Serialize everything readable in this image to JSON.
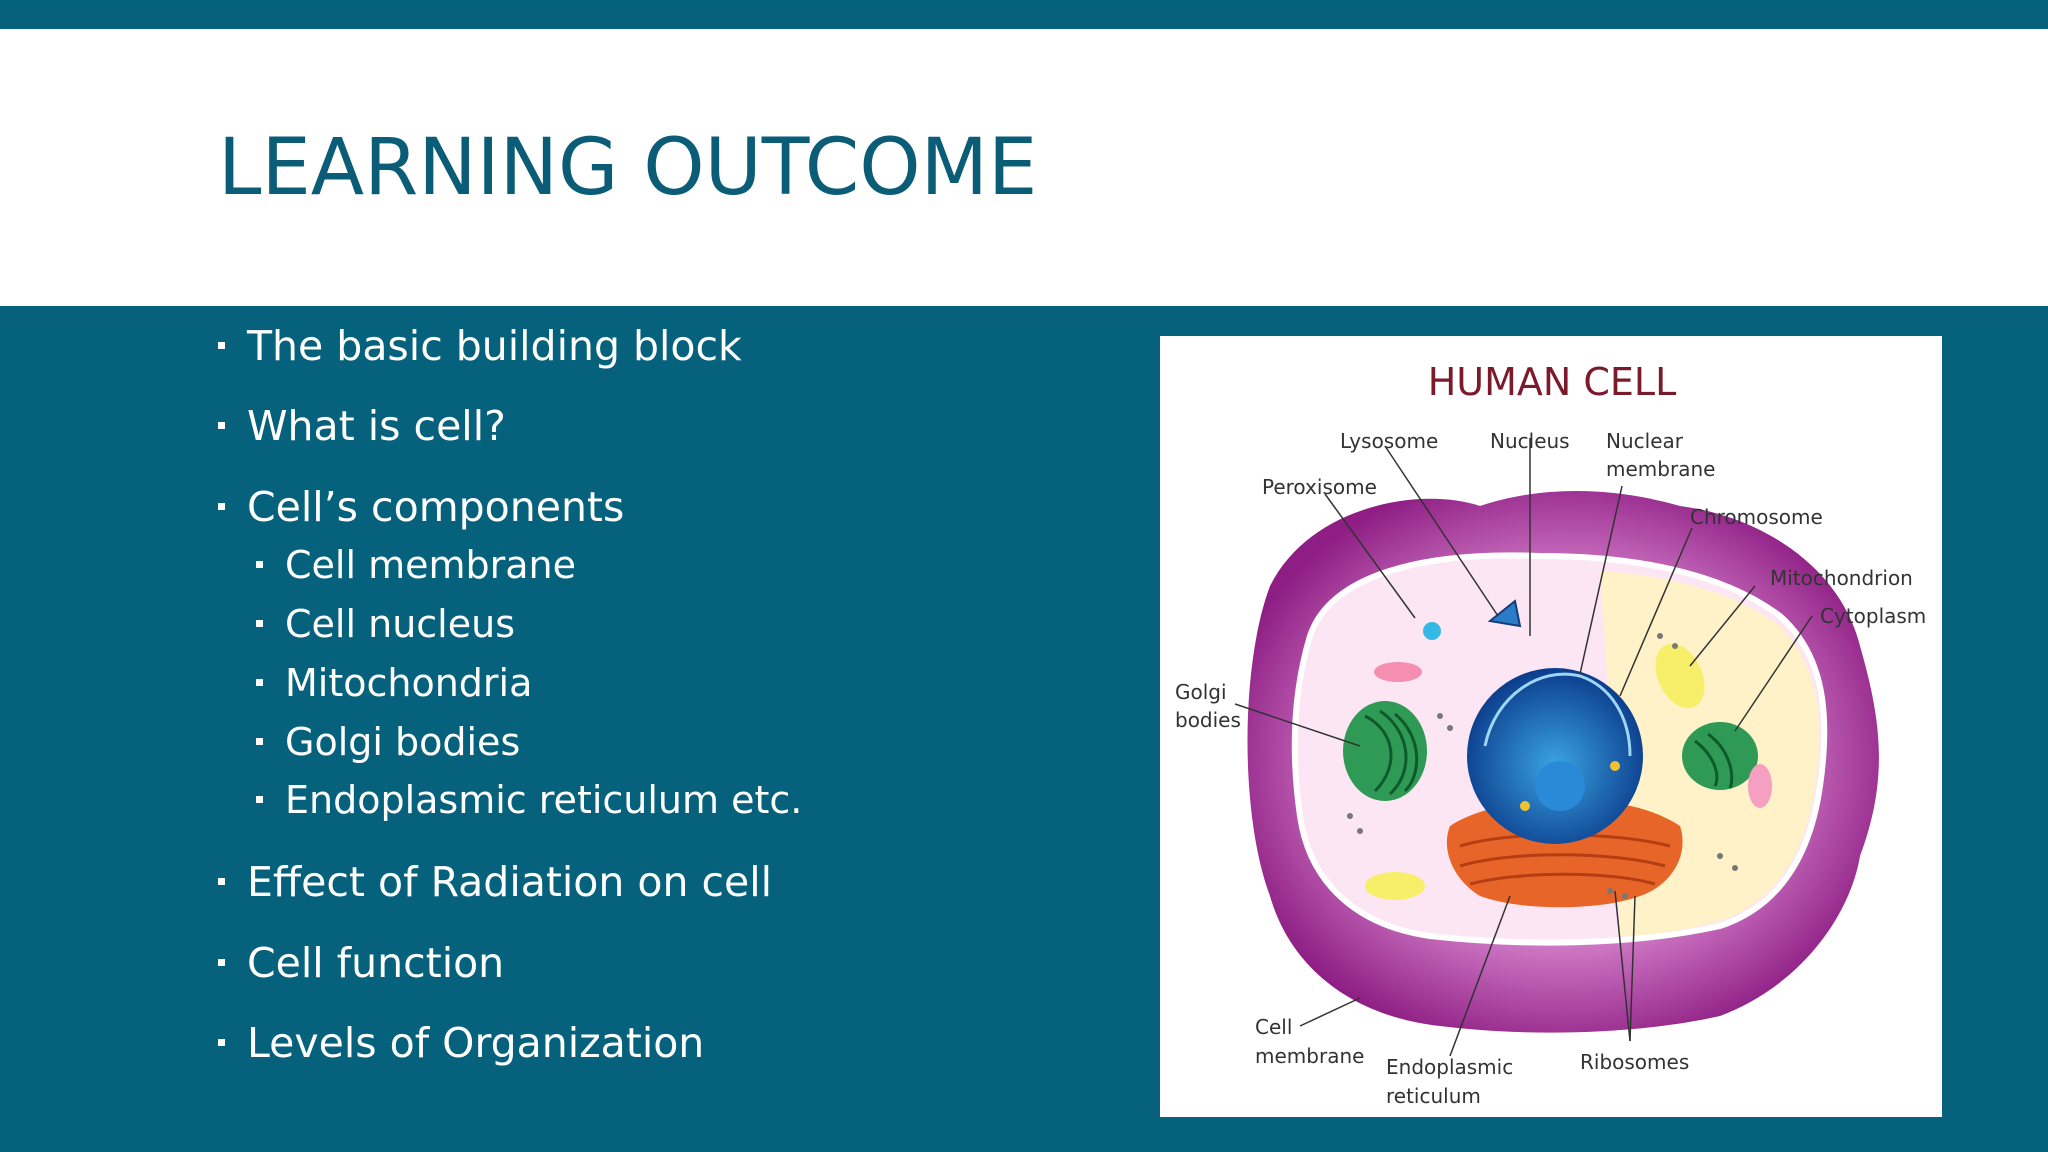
{
  "slide": {
    "title": "LEARNING OUTCOME",
    "colors": {
      "background": "#06617c",
      "title": "#0b5d77",
      "text": "#ffffff"
    }
  },
  "bullets": [
    {
      "text": "The basic building block"
    },
    {
      "text": "What is cell?"
    },
    {
      "text": "Cell’s components"
    },
    {
      "text": "Cell membrane"
    },
    {
      "text": "Cell nucleus"
    },
    {
      "text": "Mitochondria"
    },
    {
      "text": "Golgi bodies"
    },
    {
      "text": "Endoplasmic reticulum etc."
    },
    {
      "text": "Effect of Radiation on cell"
    },
    {
      "text": "Cell function"
    },
    {
      "text": "Levels of Organization"
    }
  ],
  "figure": {
    "title": "HUMAN CELL",
    "labels": {
      "lysosome": "Lysosome",
      "nucleus": "Nucleus",
      "nuclear_membrane_1": "Nuclear",
      "nuclear_membrane_2": "membrane",
      "peroxisome": "Peroxisome",
      "chromosome": "Chromosome",
      "mitochondrion": "Mitochondrion",
      "cytoplasm": "Cytoplasm",
      "golgi_1": "Golgi",
      "golgi_2": "bodies",
      "cell_membrane_1": "Cell",
      "cell_membrane_2": "membrane",
      "er_1": "Endoplasmic",
      "er_2": "reticulum",
      "ribosomes": "Ribosomes"
    }
  }
}
